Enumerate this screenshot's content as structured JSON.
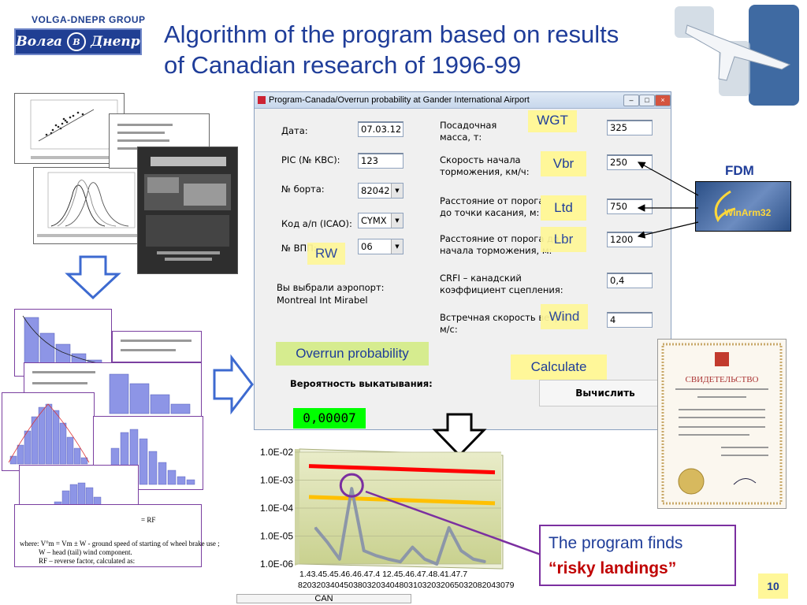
{
  "logo": {
    "group": "VOLGA-DNEPR GROUP",
    "name_left": "Волга",
    "name_right": "Днепр",
    "emblem": "В"
  },
  "slide": {
    "title_line1": "Algorithm of the program based on results",
    "title_line2": "of Canadian research of 1996-99",
    "page_number": "10"
  },
  "window": {
    "title": "Program-Canada/Overrun probability at Gander International Airport",
    "date_label": "Дата:",
    "date_value": "07.03.12",
    "pic_label": "PIC (№ КВС):",
    "pic_value": "123",
    "board_label": "№ борта:",
    "board_value": "82042",
    "icao_label": "Код а/п (ICAO):",
    "icao_value": "CYMX",
    "runway_label": "№ ВПП:",
    "runway_value": "06",
    "selected_line1": "Вы выбрали аэропорт:",
    "selected_line2": "Montreal Int Mirabel",
    "mass_label_1": "Посадочная",
    "mass_label_2": "масса, т:",
    "mass_value": "325",
    "speed_label_1": "Скорость начала",
    "speed_label_2": "торможения, км/ч:",
    "speed_value": "250",
    "touch_label_1": "Расстояние от порога",
    "touch_label_2": "до точки касания, м:",
    "touch_value": "750",
    "brake_label_1": "Расстояние от порога до",
    "brake_label_2": "начала торможения, м:",
    "brake_value": "1200",
    "crfi_label_1": "CRFI – канадский",
    "crfi_label_2": "коэффициент сцепления:",
    "crfi_value": "0,4",
    "wind_label_1": "Встречная скорость ветра,",
    "wind_label_2": "м/с:",
    "wind_value": "4",
    "prob_label": "Вероятность выкатывания:",
    "calc_button": "Вычислить",
    "result": "0,00007"
  },
  "callouts": {
    "wgt": "WGT",
    "vbr": "Vbr",
    "ltd": "Ltd",
    "lbr": "Lbr",
    "rw": "RW",
    "wind": "Wind",
    "overrun": "Overrun probability",
    "calculate": "Calculate"
  },
  "fdm": {
    "label": "FDM",
    "product": "WinArm32"
  },
  "finds": {
    "line1": "The program finds",
    "line2": "“risky landings”"
  },
  "formula": {
    "where_line1": "where: V°m = Vm ± W - ground speed of starting of wheel brake use ;",
    "where_line2": "W – head (tail) wind component.",
    "where_line3": "RF – reverse factor, calculated as:",
    "rf": "= RF"
  },
  "scrollbar": {
    "label": "CAN"
  },
  "chart_data": {
    "type": "line",
    "title": "",
    "xlabel": "",
    "ylabel": "",
    "yscale": "log",
    "ylim": [
      1e-06,
      0.01
    ],
    "yticks": [
      "1.0E-02",
      "1.0E-03",
      "1.0E-04",
      "1.0E-05",
      "1.0E-06"
    ],
    "x_labels_row1": "1.43.45.45.46.46.47.4 12.45.46.47.48.41.47.7",
    "x_labels_row2": "82032034045038032034048031032032065032082043079",
    "series": [
      {
        "color": "#8c96a8",
        "y": [
          2e-05,
          6e-06,
          1.5e-06,
          0.0005,
          3e-06,
          2e-06,
          1.5e-06,
          1.2e-06,
          4e-06,
          1.5e-06,
          1e-06,
          2e-05,
          3e-06,
          1.5e-06,
          1.2e-06
        ]
      }
    ],
    "thresholds": [
      {
        "color": "#ff0000",
        "value": 0.0032
      },
      {
        "color": "#ffc000",
        "value": 0.00025
      }
    ],
    "grid": true
  }
}
